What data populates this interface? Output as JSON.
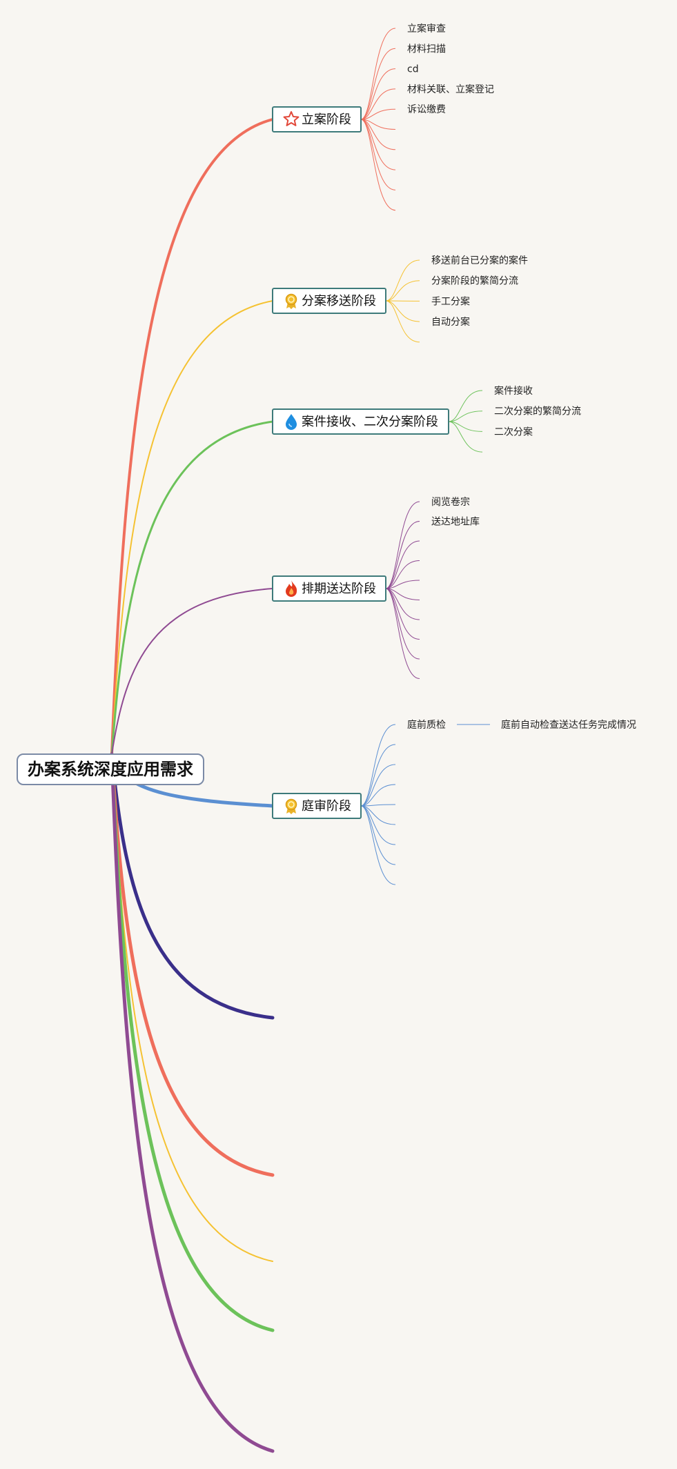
{
  "root": {
    "title": "办案系统深度应用需求"
  },
  "colors": {
    "background": "#f8f6f2",
    "topic_border": "#3d7a7a",
    "root_border": "#7b8aa6",
    "red": "#ef6e5c",
    "yellow": "#f5c232",
    "green": "#6cc25a",
    "purple": "#8f4a92",
    "blue": "#5b8fd2",
    "navy": "#3a2f8a"
  },
  "topics": [
    {
      "label": "立案阶段",
      "icon": "star-icon",
      "color": "red",
      "leaves": [
        "立案审查",
        "材料扫描",
        "cd",
        "材料关联、立案登记",
        "诉讼缴费",
        "",
        "",
        "",
        "",
        ""
      ]
    },
    {
      "label": "分案移送阶段",
      "icon": "medal-icon",
      "color": "yellow",
      "leaves": [
        "移送前台已分案的案件",
        "分案阶段的繁简分流",
        "手工分案",
        "自动分案",
        ""
      ]
    },
    {
      "label": "案件接收、二次分案阶段",
      "icon": "water-drop-icon",
      "color": "green",
      "leaves": [
        "案件接收",
        "二次分案的繁简分流",
        "二次分案",
        ""
      ]
    },
    {
      "label": "排期送达阶段",
      "icon": "fire-icon",
      "color": "purple",
      "leaves": [
        "阅览卷宗",
        "送达地址库",
        "",
        "",
        "",
        "",
        "",
        "",
        "",
        ""
      ]
    },
    {
      "label": "庭审阶段",
      "icon": "medal-icon",
      "color": "blue",
      "leaves": [
        "庭前质检",
        "",
        "",
        "",
        "",
        "",
        "",
        "",
        ""
      ],
      "subleaf": {
        "parent": "庭前质检",
        "label": "庭前自动检查送达任务完成情况"
      }
    }
  ],
  "extra_branches": [
    "navy",
    "red",
    "yellow",
    "green",
    "purple"
  ]
}
